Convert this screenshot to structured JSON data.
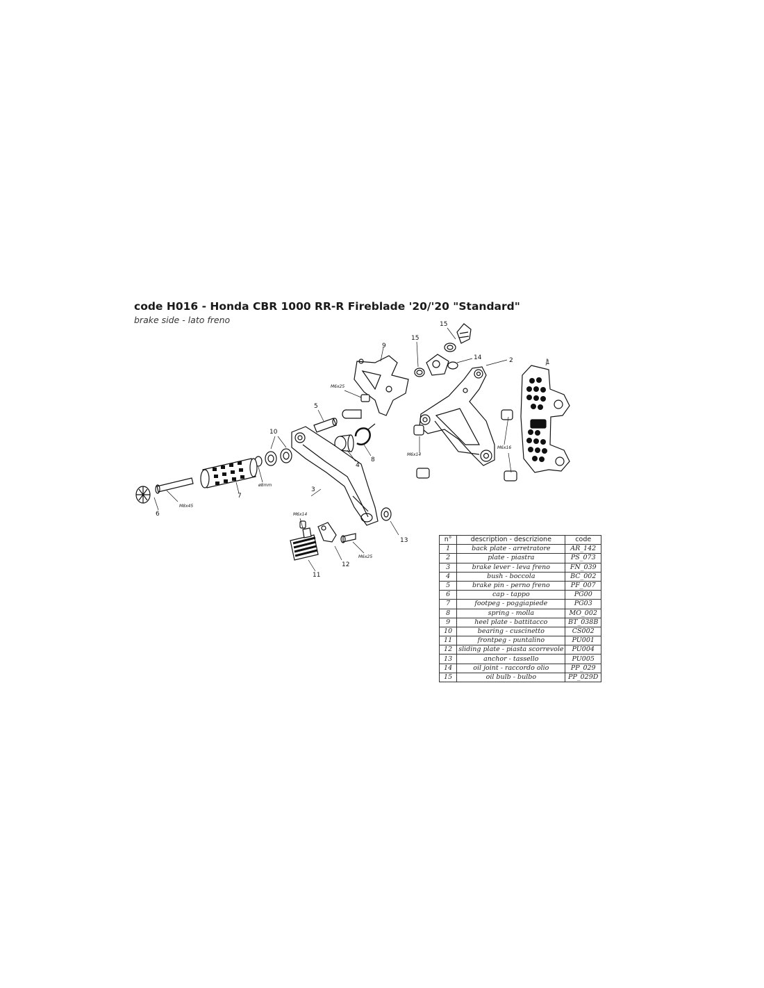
{
  "title": "code H016 - Honda CBR 1000 RR-R Fireblade '20/'20 \"Standard\"",
  "subtitle": "brake side - lato freno",
  "callouts": {
    "c1": "1",
    "c2": "2",
    "c3": "3",
    "c4": "4",
    "c5": "5",
    "c6": "6",
    "c7": "7",
    "c8": "8",
    "c9": "9",
    "c10": "10",
    "c11": "11",
    "c12": "12",
    "c13": "13",
    "c14": "14",
    "c15a": "15",
    "c15b": "15"
  },
  "bolt_labels": {
    "m6x25_a": "M6x25",
    "m6x14_a": "M6x14",
    "m6x16": "M6x16",
    "m8x45": "M8x45",
    "d8mm": "ø8mm",
    "m6x14_b": "M6x14",
    "m6x25_b": "M6x25"
  },
  "parts_table": {
    "headers": [
      "n°",
      "description - descrizione",
      "code"
    ],
    "rows": [
      [
        "1",
        "back plate - arretratore",
        "AR_142"
      ],
      [
        "2",
        "plate - piastra",
        "PS_073"
      ],
      [
        "3",
        "brake lever - leva freno",
        "FN_039"
      ],
      [
        "4",
        "bush - boccola",
        "BC_002"
      ],
      [
        "5",
        "brake pin - perno freno",
        "PF_007"
      ],
      [
        "6",
        "cap - tappo",
        "PG00"
      ],
      [
        "7",
        "footpeg - poggiapiede",
        "PG03"
      ],
      [
        "8",
        "spring - molla",
        "MO_002"
      ],
      [
        "9",
        "heel plate - battitacco",
        "BT_038B"
      ],
      [
        "10",
        "bearing - cuscinetto",
        "CS002"
      ],
      [
        "11",
        "frontpeg - puntalino",
        "PU001"
      ],
      [
        "12",
        "sliding plate - piasta scorrevole",
        "PU004"
      ],
      [
        "13",
        "anchor - tassello",
        "PU005"
      ],
      [
        "14",
        "oil joint - raccordo olio",
        "PP_029"
      ],
      [
        "15",
        "oil bulb - bulbo",
        "PP_029D"
      ]
    ]
  }
}
